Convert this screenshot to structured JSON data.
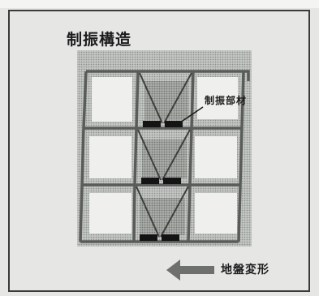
{
  "title": "制振構造",
  "damper_label": "制振部材",
  "ground_label": "地盤変形",
  "colors": {
    "frame": "#3a3a3a",
    "structure": "#5a5c5a",
    "halftone": "#b9bcb8",
    "panel": "#eff0ee",
    "damper": "#141414",
    "arrow": "#6e706e"
  },
  "icons": {
    "ground_arrow": "arrow-left-icon"
  }
}
